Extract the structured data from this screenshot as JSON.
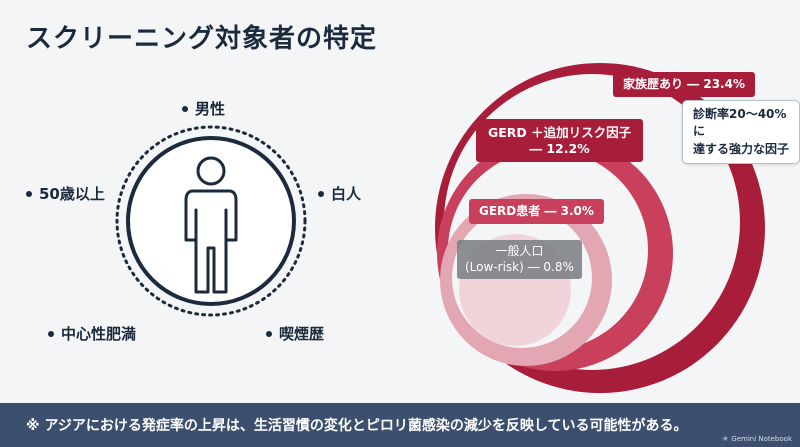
{
  "title": "スクリーニング対象者の特定",
  "criteria": {
    "male": "男性",
    "age": "50歳以上",
    "white": "白人",
    "obesity": "中心性肥満",
    "smoking": "喫煙歴"
  },
  "risk_levels": {
    "family": "家族歴あり ― 23.4%",
    "gerd_risk_line1": "GERD ＋追加リスク因子",
    "gerd_risk_line2": "― 12.2%",
    "gerd": "GERD患者 ― 3.0%",
    "general_line1": "一般人口",
    "general_line2": "(Low-risk) ― 0.8%"
  },
  "note": {
    "line1": "診断率20〜40%に",
    "line2": "達する強力な因子"
  },
  "footer": "※ アジアにおける発症率の上昇は、生活習慣の変化とピロリ菌感染の減少を反映している可能性がある。",
  "brand": "Gemini Notebook",
  "colors": {
    "outer_ring": "#a81d3a",
    "ring2": "#c8405c",
    "ring3": "#e3a6b3",
    "inner": "#f1d3da",
    "footer": "#3d4f6e"
  }
}
